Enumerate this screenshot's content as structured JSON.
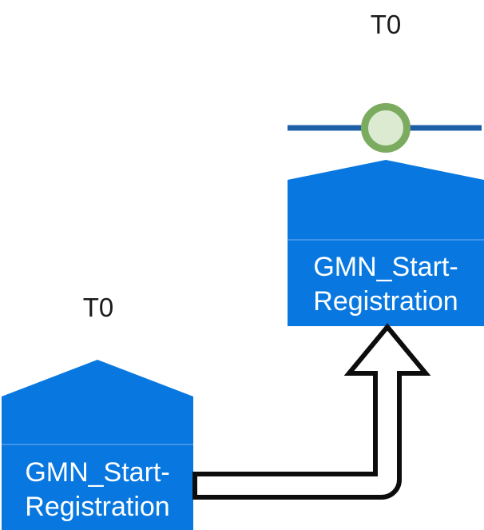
{
  "diagram": {
    "title": "",
    "background_color": "#ffffff",
    "colors": {
      "node_fill": "#0878e0",
      "node_divider": "#3f93e8",
      "node_text": "#ffffff",
      "timeline_line": "#1f5fa8",
      "event_ring": "#7aab5e",
      "event_fill": "#dcead2",
      "arrow_stroke": "#0d0d0d",
      "arrow_fill": "#ffffff",
      "label_text": "#1a1a1a"
    },
    "nodes": [
      {
        "id": "node-target",
        "name": "GMN_Start-Registration",
        "label": "GMN_Start-\nRegistration",
        "time_label": "T0",
        "position": "top-right",
        "has_timeline": true,
        "has_event_marker": true
      },
      {
        "id": "node-source",
        "name": "GMN_Start-Registration",
        "label": "GMN_Start-\nRegistration",
        "time_label": "T0",
        "position": "bottom-left",
        "has_timeline": false,
        "has_event_marker": false
      }
    ],
    "connector": {
      "id": "flow-arrow",
      "type": "block-arrow",
      "from": "node-source",
      "to": "node-target",
      "direction": "up",
      "style": "outlined-rounded-elbow"
    }
  }
}
